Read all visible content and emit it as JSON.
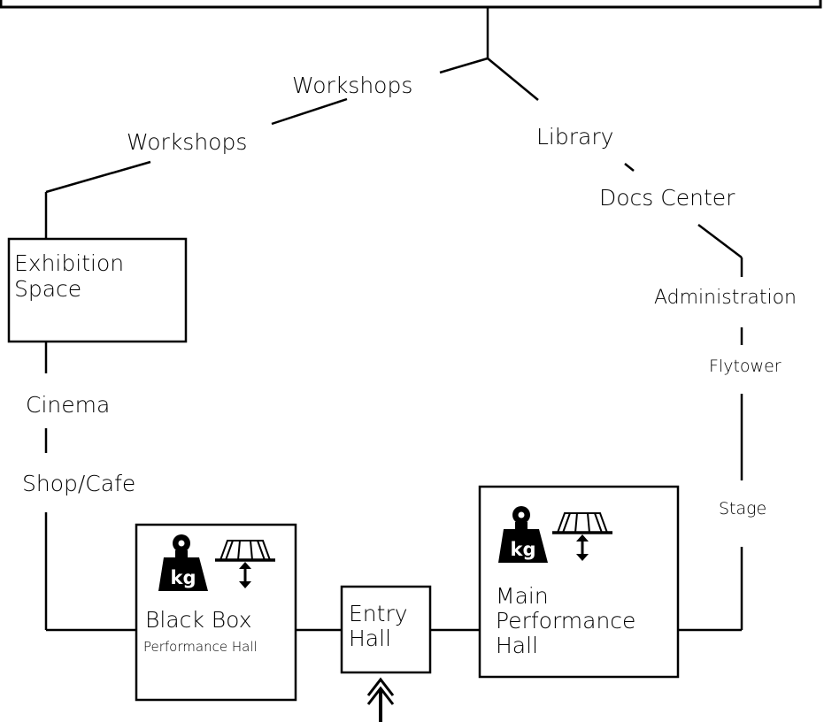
{
  "route_labels": {
    "workshops_1": "Workshops",
    "workshops_2": "Workshops",
    "library": "Library",
    "docs_center": "Docs Center",
    "administration": "Administration",
    "flytower": "Flytower",
    "stage": "Stage",
    "cinema": "Cinema",
    "shop_cafe": "Shop/Cafe"
  },
  "boxes": {
    "exhibition": {
      "line1": "Exhibition",
      "line2": "Space"
    },
    "black_box": {
      "title": "Black Box",
      "subtitle": "Performance Hall"
    },
    "entry_hall": {
      "line1": "Entry",
      "line2": "Hall"
    },
    "main_hall": {
      "line1": "Main",
      "line2": "Performance",
      "line3": "Hall"
    }
  },
  "icons": {
    "weight": "weight-kg-icon",
    "weight_text": "kg",
    "rig": "stage-rig-lift-icon",
    "entrance": "entrance-arrow-icon"
  },
  "colors": {
    "stroke": "#000000",
    "background": "#ffffff"
  }
}
